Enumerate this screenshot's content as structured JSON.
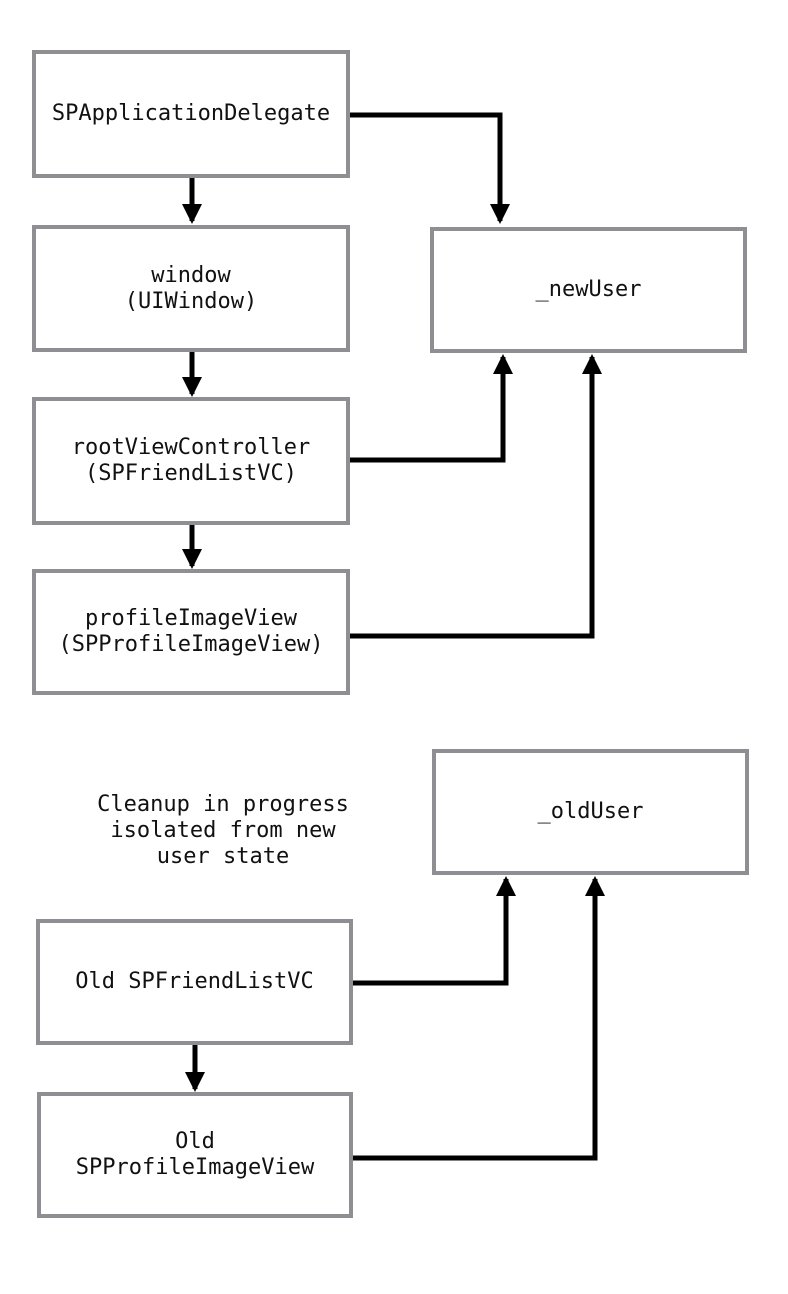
{
  "theme": {
    "bg": "#ffffff",
    "box_bg": "#ffffff",
    "border": "#8e8e93",
    "arrow": "#000000",
    "text": "#111111"
  },
  "boxes": {
    "app_delegate": {
      "label": "SPApplicationDelegate"
    },
    "window": {
      "label": "window\n(UIWindow)"
    },
    "root_vc": {
      "label": "rootViewController\n(SPFriendListVC)"
    },
    "profile_image_view": {
      "label": "profileImageView\n(SPProfileImageView)"
    },
    "new_user": {
      "label": "_newUser"
    },
    "old_user": {
      "label": "_oldUser"
    },
    "old_friend_list_vc": {
      "label": "Old SPFriendListVC"
    },
    "old_profile_image_view": {
      "label": "Old\nSPProfileImageView"
    }
  },
  "annotation": {
    "note": "Cleanup in progress\nisolated from new\nuser state"
  },
  "edges": [
    {
      "from": "SPApplicationDelegate",
      "to": "window (UIWindow)"
    },
    {
      "from": "window (UIWindow)",
      "to": "rootViewController (SPFriendListVC)"
    },
    {
      "from": "rootViewController (SPFriendListVC)",
      "to": "profileImageView (SPProfileImageView)"
    },
    {
      "from": "SPApplicationDelegate",
      "to": "_newUser"
    },
    {
      "from": "rootViewController (SPFriendListVC)",
      "to": "_newUser"
    },
    {
      "from": "profileImageView (SPProfileImageView)",
      "to": "_newUser"
    },
    {
      "from": "Old SPFriendListVC",
      "to": "Old SPProfileImageView"
    },
    {
      "from": "Old SPFriendListVC",
      "to": "_oldUser"
    },
    {
      "from": "Old SPProfileImageView",
      "to": "_oldUser"
    }
  ]
}
